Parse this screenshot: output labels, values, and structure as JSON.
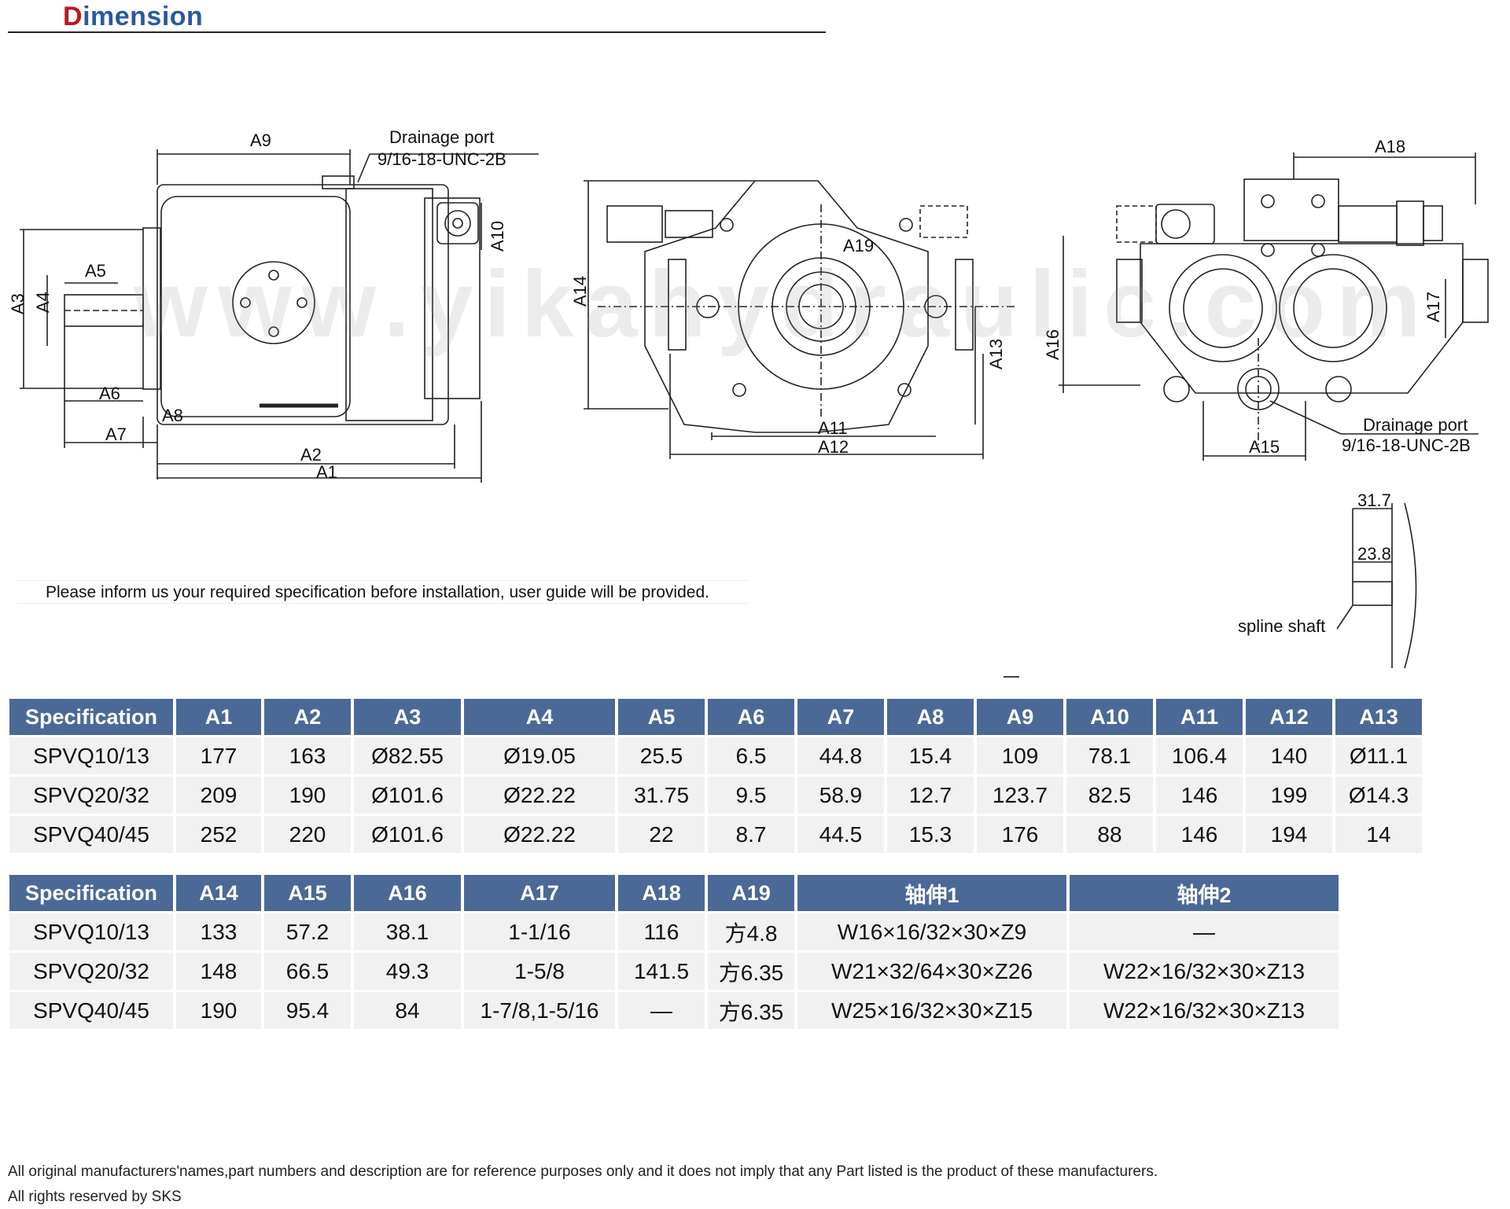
{
  "header": {
    "title_first": "D",
    "title_rest": "imension"
  },
  "drawing_labels": {
    "a9": "A9",
    "drain_title_1": "Drainage port",
    "drain_spec_1": "9/16-18-UNC-2B",
    "a10": "A10",
    "a3": "A3",
    "a4": "A4",
    "a5": "A5",
    "a6": "A6",
    "a7": "A7",
    "a8": "A8",
    "a2": "A2",
    "a1": "A1",
    "a14": "A14",
    "a19": "A19",
    "a13": "A13",
    "a11": "A11",
    "a12": "A12",
    "a18": "A18",
    "a16": "A16",
    "a17": "A17",
    "a15": "A15",
    "drain_title_2": "Drainage port",
    "drain_spec_2": "9/16-18-UNC-2B",
    "spline_31": "31.7",
    "spline_23": "23.8",
    "spline_label": "spline shaft"
  },
  "watermark": "www.yikahydraulic.com",
  "note": "Please inform us your required specification before installation, user guide will be provided.",
  "table1": {
    "headers": [
      "Specification",
      "A1",
      "A2",
      "A3",
      "A4",
      "A5",
      "A6",
      "A7",
      "A8",
      "A9",
      "A10",
      "A11",
      "A12",
      "A13"
    ],
    "rows": [
      [
        "SPVQ10/13",
        "177",
        "163",
        "Ø82.55",
        "Ø19.05",
        "25.5",
        "6.5",
        "44.8",
        "15.4",
        "109",
        "78.1",
        "106.4",
        "140",
        "Ø11.1"
      ],
      [
        "SPVQ20/32",
        "209",
        "190",
        "Ø101.6",
        "Ø22.22",
        "31.75",
        "9.5",
        "58.9",
        "12.7",
        "123.7",
        "82.5",
        "146",
        "199",
        "Ø14.3"
      ],
      [
        "SPVQ40/45",
        "252",
        "220",
        "Ø101.6",
        "Ø22.22",
        "22",
        "8.7",
        "44.5",
        "15.3",
        "176",
        "88",
        "146",
        "194",
        "14"
      ]
    ]
  },
  "table2": {
    "headers": [
      "Specification",
      "A14",
      "A15",
      "A16",
      "A17",
      "A18",
      "A19",
      "轴伸1",
      "轴伸2"
    ],
    "rows": [
      [
        "SPVQ10/13",
        "133",
        "57.2",
        "38.1",
        "1-1/16",
        "116",
        "方4.8",
        "W16×16/32×30×Z9",
        "—"
      ],
      [
        "SPVQ20/32",
        "148",
        "66.5",
        "49.3",
        "1-5/8",
        "141.5",
        "方6.35",
        "W21×32/64×30×Z26",
        "W22×16/32×30×Z13"
      ],
      [
        "SPVQ40/45",
        "190",
        "95.4",
        "84",
        "1-7/8,1-5/16",
        "—",
        "方6.35",
        "W25×16/32×30×Z15",
        "W22×16/32×30×Z13"
      ]
    ]
  },
  "footer": {
    "line1": "All original manufacturers'names,part numbers and description are for reference purposes only and it does not imply that any Part listed is the product of these manufacturers.",
    "line2": "All rights reserved by SKS"
  }
}
